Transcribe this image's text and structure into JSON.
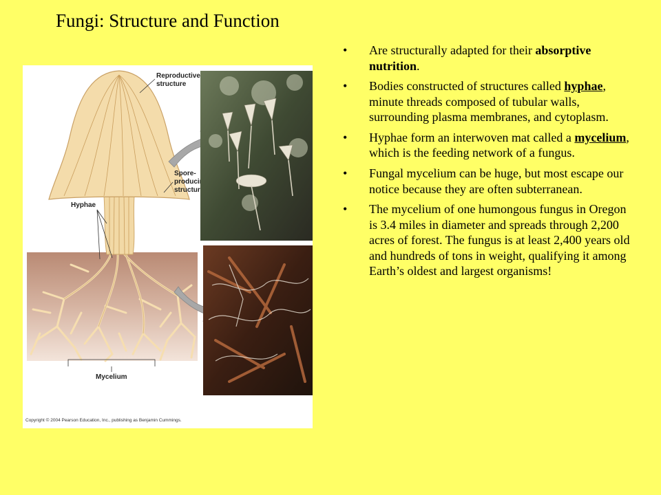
{
  "title": "Fungi: Structure and Function",
  "figure": {
    "labels": {
      "reproductive_line1": "Reproductive",
      "reproductive_line2": "structure",
      "spore_line1": "Spore-",
      "spore_line2": "producing",
      "spore_line3": "structures",
      "hyphae": "Hyphae",
      "mycelium": "Mycelium"
    },
    "copyright": "Copyright © 2004 Pearson Education, Inc., publishing as Benjamin Cummings."
  },
  "bullet_symbol": "•",
  "bullets": {
    "b1": {
      "pre": "Are structurally adapted for their ",
      "bold": "absorptive nutrition",
      "post": "."
    },
    "b2": {
      "pre": " Bodies constructed of structures called ",
      "term": "hyphae",
      "post": ", minute threads composed of tubular walls, surrounding plasma membranes, and cytoplasm."
    },
    "b3": {
      "pre": "Hyphae form an interwoven mat called a ",
      "term": "mycelium",
      "post": ", which is the feeding network of a fungus."
    },
    "b4": {
      "text": "Fungal mycelium can be huge, but most escape our notice because they are often subterranean."
    },
    "b5": {
      "text": "The mycelium of one humongous fungus in Oregon is 3.4 miles in diameter and spreads through 2,200 acres of forest.  The fungus is at least 2,400 years old and hundreds of tons in weight, qualifying it among Earth’s oldest and largest organisms!"
    }
  }
}
